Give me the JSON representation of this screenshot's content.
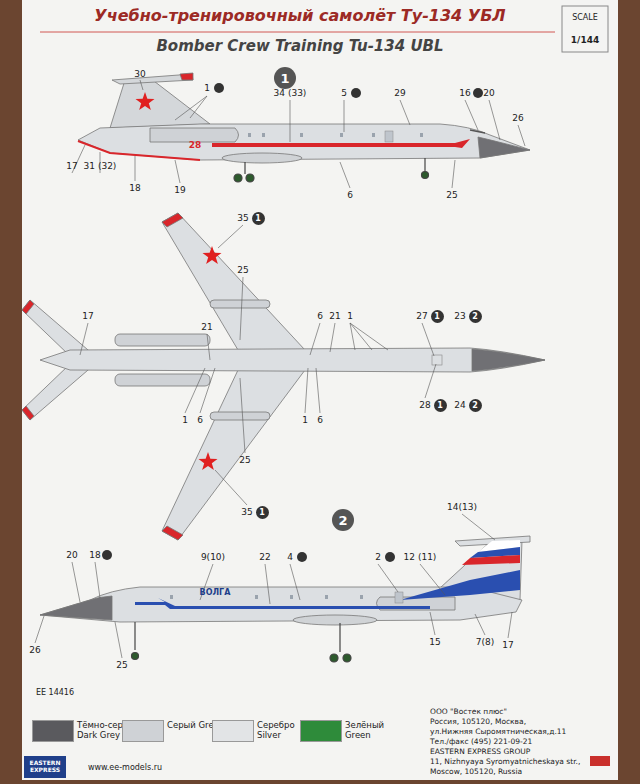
{
  "diagram": {
    "title": "Учебно-тренировочный самолёт Ту-134 УБЛ",
    "nodes": [
      {
        "text": [
          "1"
        ]
      },
      {
        "text": [
          "2"
        ]
      }
    ],
    "labels": [
      "SCALE",
      "1/144",
      "Bomber Crew Training Tu-134 UBL",
      "30",
      "1",
      "34 (33)",
      "5",
      "29",
      "16",
      "20",
      "26",
      "17",
      "31 (32)",
      "18",
      "19",
      "6",
      "25",
      "28",
      "35",
      "1",
      "25",
      "17",
      "21",
      "6",
      "21",
      "1",
      "27",
      "1",
      "23",
      "2",
      "1",
      "6",
      "1",
      "6",
      "28",
      "1",
      "24",
      "2",
      "25",
      "35",
      "1",
      "14(13)",
      "20",
      "18",
      "9(10)",
      "22",
      "4",
      "2",
      "12 (11)",
      "ВОЛГА",
      "26",
      "25",
      "15",
      "7(8)",
      "17",
      "EE 14416",
      "EASTERN EXPRESS",
      "www.ee-models.ru",
      "ООО \"Востек плюс\"",
      "Россия, 105120, Москва,",
      "ул.Нижняя Сыромятническая,д.11",
      "Тел./факс (495) 221-09-21",
      "EASTERN EXPRESS GROUP",
      "11, Nizhnyaya Syromyatnicheskaya str.,",
      "Moscow, 105120, Russia"
    ],
    "legend": [
      {
        "text": "Тёмно-серый Dark Grey",
        "color": "#5a5a5e"
      },
      {
        "text": "Серый Grey",
        "color": "#cfd2d6"
      },
      {
        "text": "Серебро Silver",
        "color": "#e2e4e6"
      },
      {
        "text": "Зелёный Green",
        "color": "#2e8b3a"
      }
    ]
  }
}
